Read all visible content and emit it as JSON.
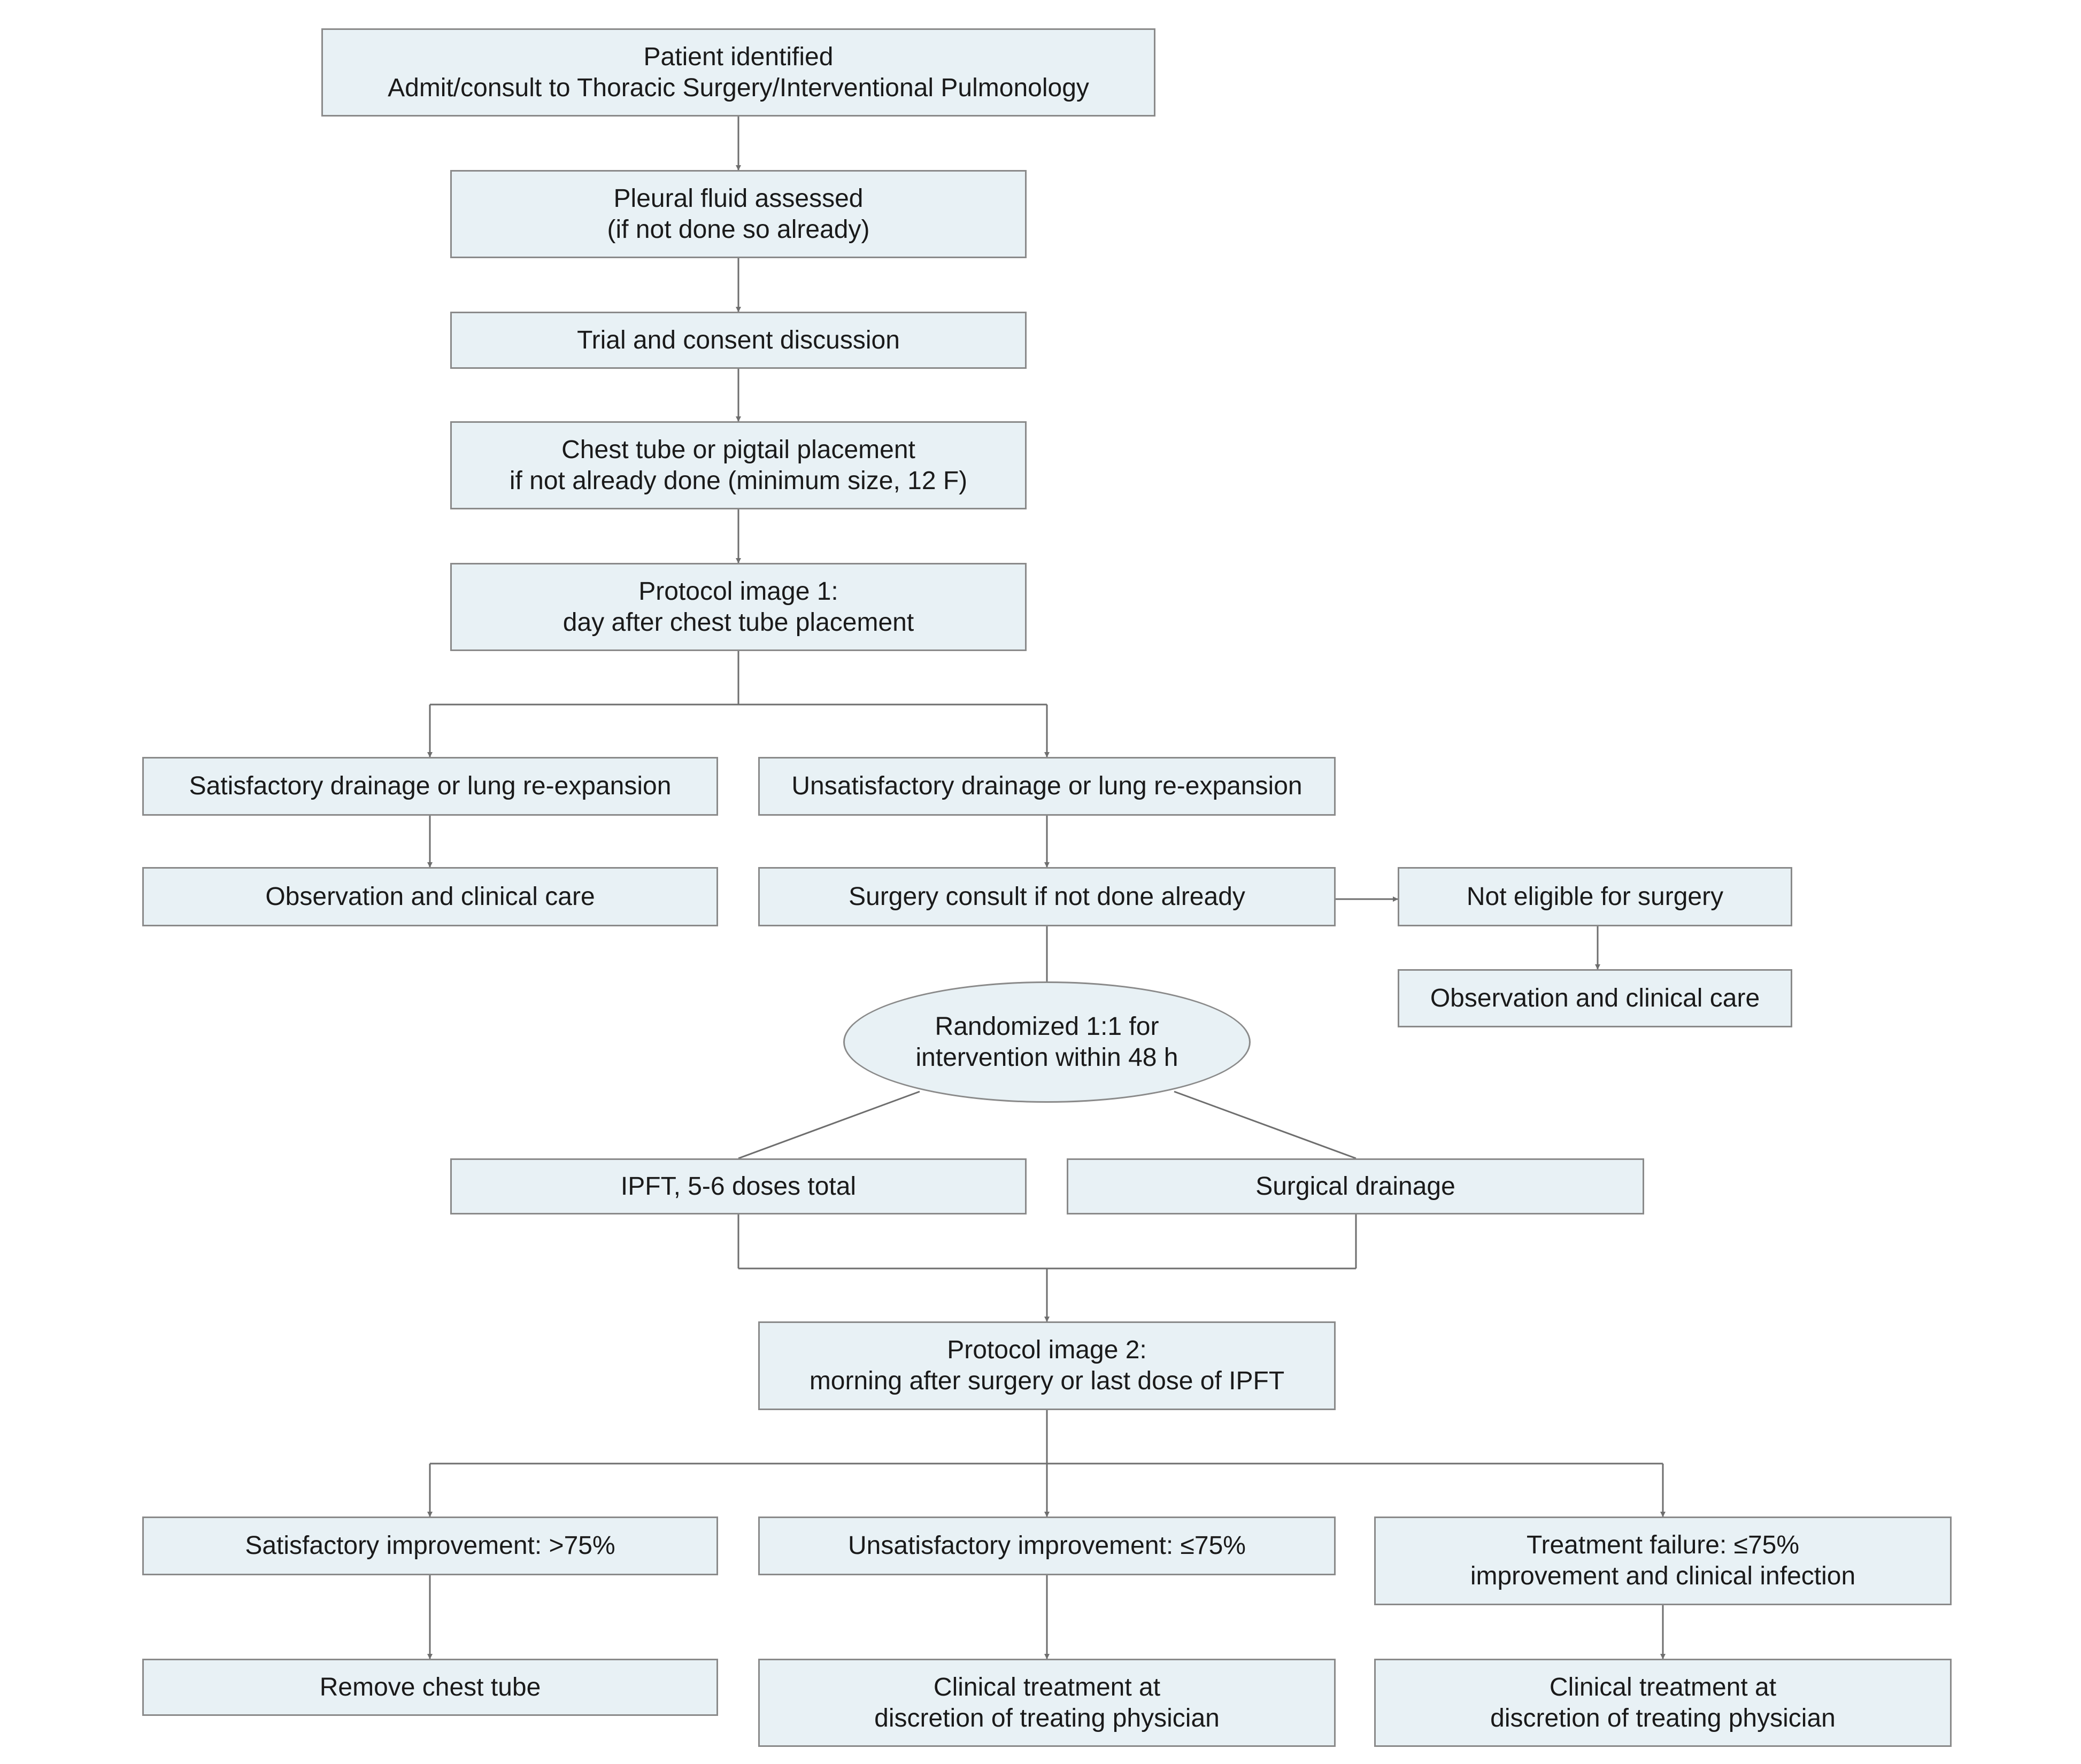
{
  "flowchart": {
    "patient_identified": {
      "line1": "Patient identified",
      "line2": "Admit/consult to Thoracic Surgery/Interventional Pulmonology"
    },
    "pleural_fluid": {
      "line1": "Pleural fluid assessed",
      "line2": "(if not done so already)"
    },
    "trial_consent": {
      "line1": "Trial and consent discussion"
    },
    "chest_tube": {
      "line1": "Chest tube or pigtail placement",
      "line2": "if not already done (minimum size, 12 F)"
    },
    "protocol_image_1": {
      "line1": "Protocol image 1:",
      "line2": "day after chest tube placement"
    },
    "satisfactory_drainage": {
      "line1": "Satisfactory drainage or lung re-expansion"
    },
    "unsatisfactory_drainage": {
      "line1": "Unsatisfactory drainage or lung re-expansion"
    },
    "observation_left": {
      "line1": "Observation and clinical care"
    },
    "surgery_consult": {
      "line1": "Surgery consult if not done already"
    },
    "not_eligible": {
      "line1": "Not eligible for surgery"
    },
    "observation_right": {
      "line1": "Observation and clinical care"
    },
    "randomized": {
      "line1": "Randomized 1:1 for",
      "line2": "intervention within 48 h"
    },
    "ipft": {
      "line1": "IPFT, 5-6 doses total"
    },
    "surgical_drainage": {
      "line1": "Surgical drainage"
    },
    "protocol_image_2": {
      "line1": "Protocol image 2:",
      "line2": "morning after surgery or last dose of IPFT"
    },
    "satisfactory_improvement": {
      "line1": "Satisfactory improvement: >75%"
    },
    "unsatisfactory_improvement": {
      "line1": "Unsatisfactory improvement: ≤75%"
    },
    "treatment_failure": {
      "line1": "Treatment failure: ≤75%",
      "line2": "improvement and clinical infection"
    },
    "remove_chest_tube": {
      "line1": "Remove chest tube"
    },
    "clinical_treatment_middle": {
      "line1": "Clinical treatment at",
      "line2": "discretion of treating physician"
    },
    "clinical_treatment_right": {
      "line1": "Clinical treatment at",
      "line2": "discretion of treating physician"
    }
  },
  "colors": {
    "box_fill": "#e8f1f5",
    "box_border": "#8a8a8a",
    "connector": "#6e6e6e",
    "text": "#1a1a1a"
  }
}
